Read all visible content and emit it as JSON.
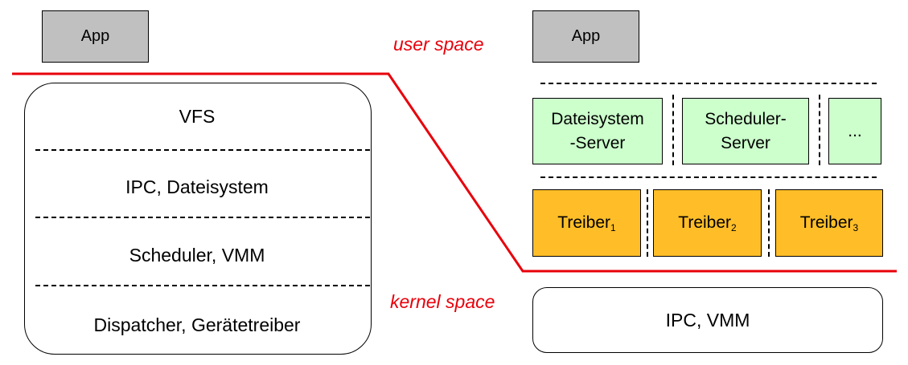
{
  "labels": {
    "user_space": "user space",
    "kernel_space": "kernel space"
  },
  "monolithic": {
    "app": "App",
    "layers": [
      "VFS",
      "IPC, Dateisystem",
      "Scheduler, VMM",
      "Dispatcher, Gerätetreiber"
    ]
  },
  "microkernel": {
    "app": "App",
    "servers": [
      {
        "line1": "Dateisystem",
        "line2": "-Server"
      },
      {
        "line1": "Scheduler-",
        "line2": "Server"
      },
      {
        "line1": "...",
        "line2": ""
      }
    ],
    "drivers": [
      {
        "name": "Treiber",
        "sub": "1"
      },
      {
        "name": "Treiber",
        "sub": "2"
      },
      {
        "name": "Treiber",
        "sub": "3"
      }
    ],
    "kernel": "IPC, VMM"
  },
  "colors": {
    "boundary": "#e8000b",
    "app": "#c0c0c0",
    "server": "#ccffcc",
    "driver": "#ffbe28"
  }
}
